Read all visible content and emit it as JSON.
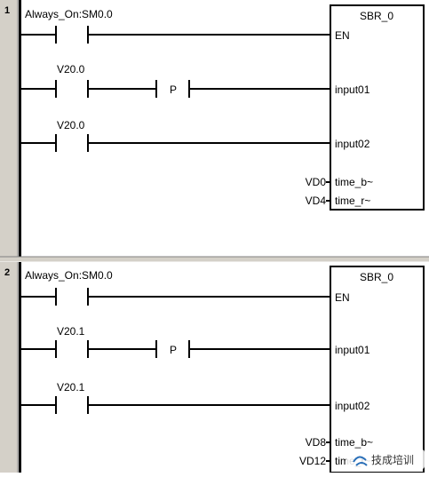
{
  "colors": {
    "line": "#000000",
    "gutter": "#d4d0c8",
    "background": "#ffffff"
  },
  "networks": [
    {
      "number": "1",
      "always_on_label": "Always_On:SM0.0",
      "rung2_contact": "V20.0",
      "positive_transition": "P",
      "rung3_contact": "V20.0",
      "box_title": "SBR_0",
      "pins": {
        "en": "EN",
        "input01": "input01",
        "input02": "input02",
        "time_b": "time_b~",
        "time_r": "time_r~"
      },
      "out_b": "VD0",
      "out_r": "VD4"
    },
    {
      "number": "2",
      "always_on_label": "Always_On:SM0.0",
      "rung2_contact": "V20.1",
      "positive_transition": "P",
      "rung3_contact": "V20.1",
      "box_title": "SBR_0",
      "pins": {
        "en": "EN",
        "input01": "input01",
        "input02": "input02",
        "time_b": "time_b~",
        "time_r": "time_r~"
      },
      "out_b": "VD8",
      "out_r": "VD12"
    }
  ],
  "watermark": "技成培训"
}
